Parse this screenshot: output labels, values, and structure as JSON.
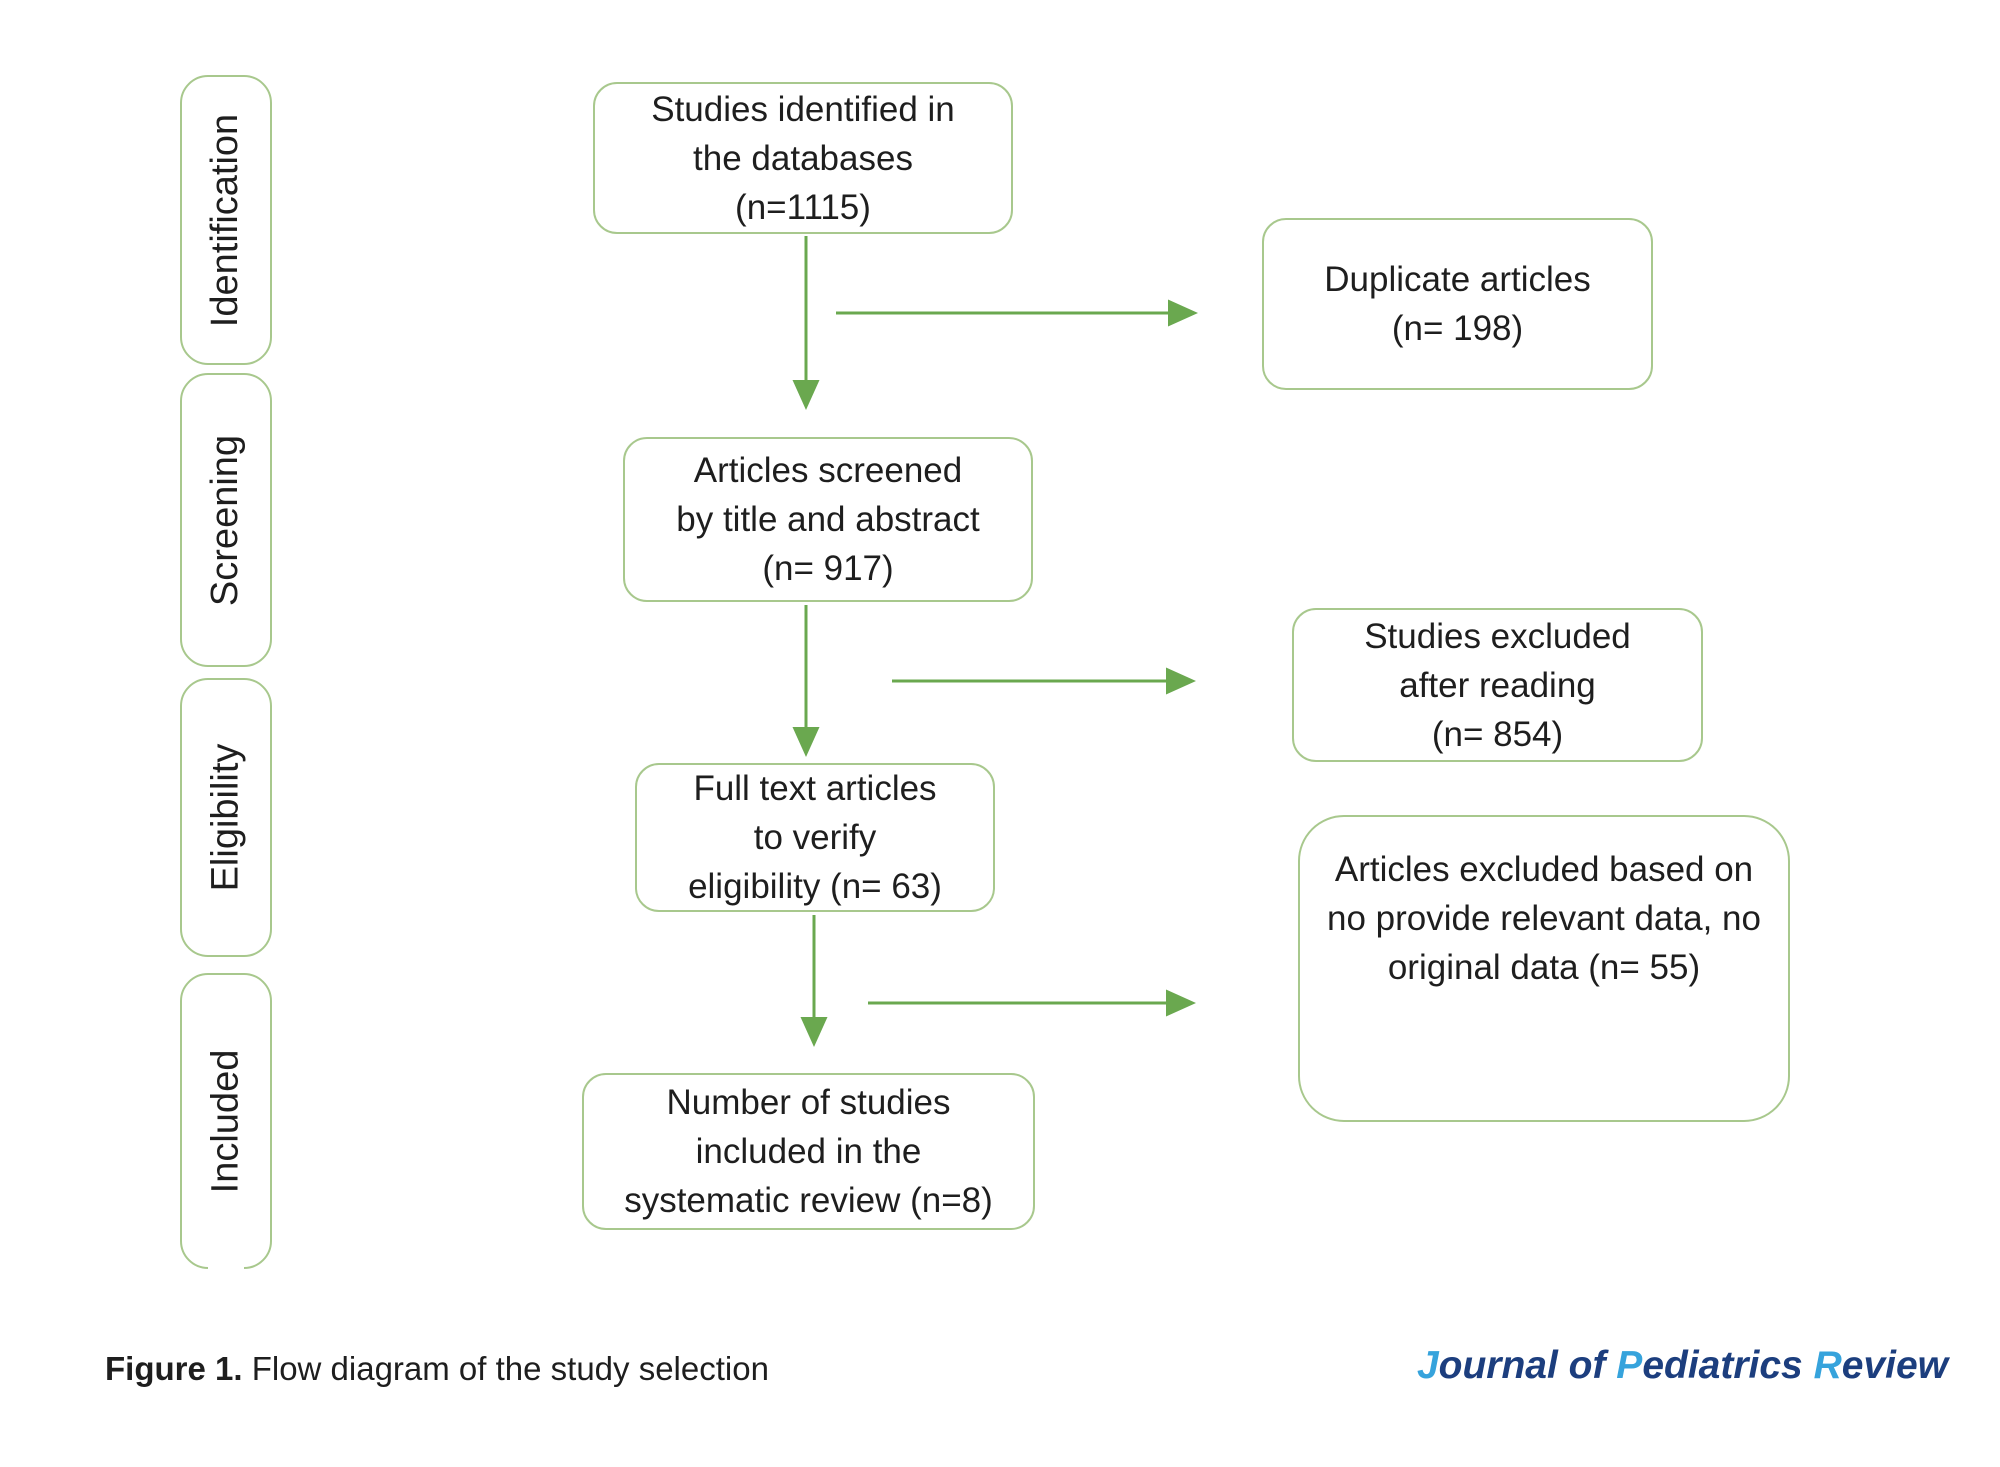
{
  "figure": {
    "caption": {
      "label": "Figure 1.",
      "text": " Flow diagram of the study selection"
    },
    "journal": {
      "name": "Journal of Pediatrics Review",
      "segments": [
        {
          "text": "J",
          "tone": "light"
        },
        {
          "text": "ournal of ",
          "tone": "dark"
        },
        {
          "text": "P",
          "tone": "light"
        },
        {
          "text": "ediatrics ",
          "tone": "dark"
        },
        {
          "text": "R",
          "tone": "light"
        },
        {
          "text": "eview",
          "tone": "dark"
        }
      ]
    }
  },
  "sidebar": {
    "stages": [
      {
        "label": "Identification"
      },
      {
        "label": "Screening"
      },
      {
        "label": "Eligibility"
      },
      {
        "label": "Included"
      }
    ]
  },
  "flow_boxes": {
    "identified": {
      "lines": [
        "Studies identified in",
        "the databases",
        "(n=1115)"
      ]
    },
    "screened": {
      "lines": [
        "Articles screened",
        "by title and abstract",
        "(n= 917)"
      ]
    },
    "fulltext": {
      "lines": [
        "Full text articles",
        "to verify",
        "eligibility (n= 63)"
      ]
    },
    "included": {
      "lines": [
        "Number of studies",
        "included in the",
        "systematic review (n=8)"
      ]
    },
    "duplicates": {
      "lines": [
        "Duplicate articles",
        "(n= 198)"
      ]
    },
    "excluded_reading": {
      "lines": [
        "Studies excluded",
        "after reading",
        "(n= 854)"
      ]
    },
    "excluded_data": {
      "lines": [
        "Articles excluded based on",
        "no provide relevant data, no",
        "original data (n= 55)"
      ]
    }
  },
  "counts": {
    "identified": 1115,
    "duplicates": 198,
    "screened": 917,
    "excluded_after_reading": 854,
    "full_text_assessed": 63,
    "excluded_no_relevant_or_original_data": 55,
    "included_in_review": 8
  },
  "colors": {
    "box_border": "#a8c88d",
    "arrow": "#6aa84f",
    "text": "#1e1e1e",
    "journal_dark": "#1c3e7e",
    "journal_light": "#36a3dc"
  }
}
